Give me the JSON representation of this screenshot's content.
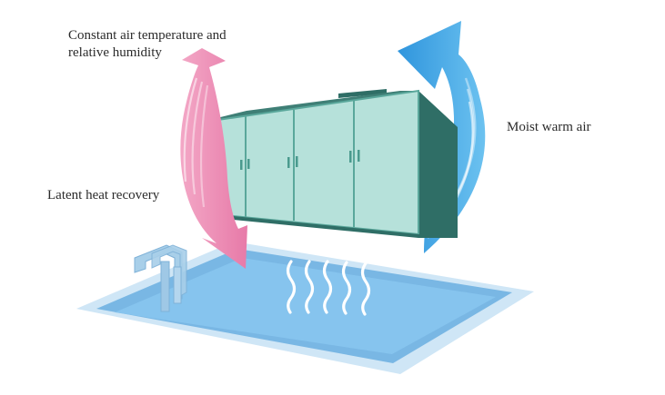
{
  "labels": {
    "constant_air_line1": "Constant air temperature and",
    "constant_air_line2": "relative humidity",
    "latent_heat": "Latent heat recovery",
    "moist_warm_air": "Moist warm air"
  },
  "colors": {
    "background": "#ffffff",
    "pool_rim": "#cfe6f6",
    "pool_wall": "#7cb9e6",
    "pool_water": "#84c2ec",
    "unit_front": "#b5e0d9",
    "unit_top": "#2f6e66",
    "unit_side": "#2f6e66",
    "pink_arrow": "#ef8fb6",
    "blue_arrow": "#46a9e6",
    "text": "#2b2b2b"
  }
}
